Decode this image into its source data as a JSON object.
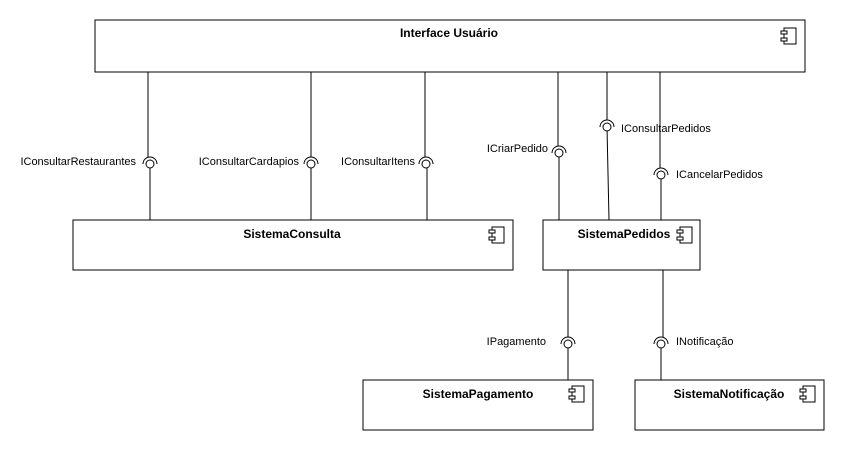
{
  "components": {
    "interface_usuario": "Interface Usuário",
    "sistema_consulta": "SistemaConsulta",
    "sistema_pedidos": "SistemaPedidos",
    "sistema_pagamento": "SistemaPagamento",
    "sistema_notificacao": "SistemaNotificação"
  },
  "interfaces": {
    "consultar_restaurantes": "IConsultarRestaurantes",
    "consultar_cardapios": "IConsultarCardapios",
    "consultar_itens": "IConsultarItens",
    "criar_pedido": "ICriarPedido",
    "consultar_pedidos": "IConsultarPedidos",
    "cancelar_pedidos": "ICancelarPedidos",
    "pagamento": "IPagamento",
    "notificacao": "INotificação"
  },
  "icons": {
    "component": "uml-component-icon"
  }
}
